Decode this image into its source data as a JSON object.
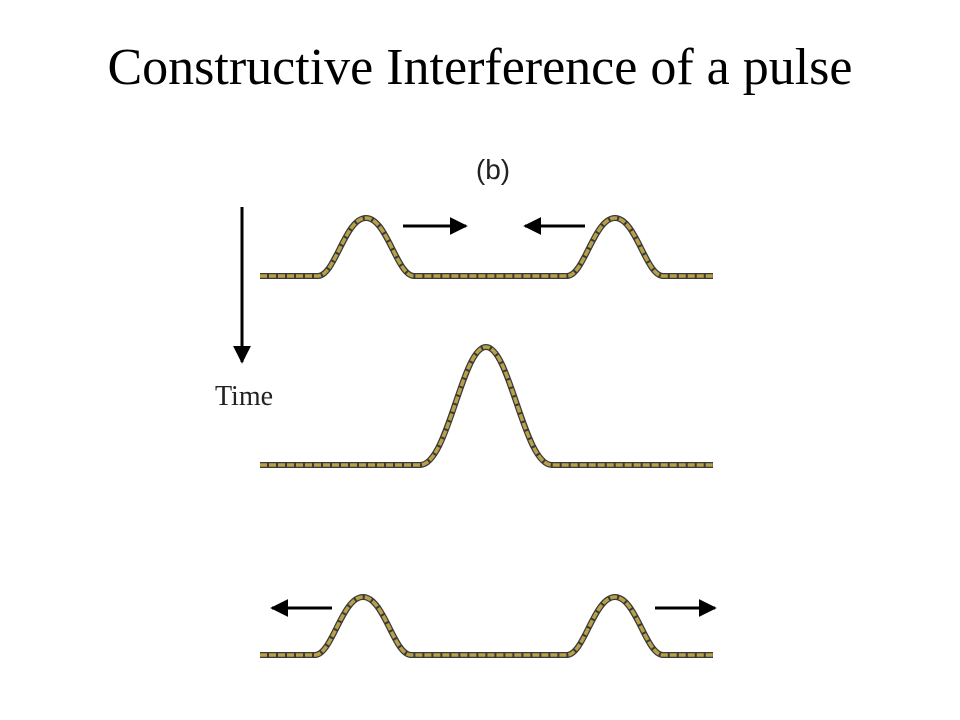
{
  "slide": {
    "title": "Constructive Interference of a pulse"
  },
  "figure": {
    "panel_label": "(b)",
    "time_axis_label": "Time",
    "rope_color": "#b8a046",
    "rope_edge_color": "#3a3a3a",
    "arrow_color": "#000000",
    "rows": [
      {
        "name": "before-overlap",
        "pulses": 2,
        "arrows": [
          "right",
          "left"
        ]
      },
      {
        "name": "overlap",
        "pulses": 1,
        "arrows": []
      },
      {
        "name": "after-overlap",
        "pulses": 2,
        "arrows": [
          "left",
          "right"
        ]
      }
    ]
  }
}
